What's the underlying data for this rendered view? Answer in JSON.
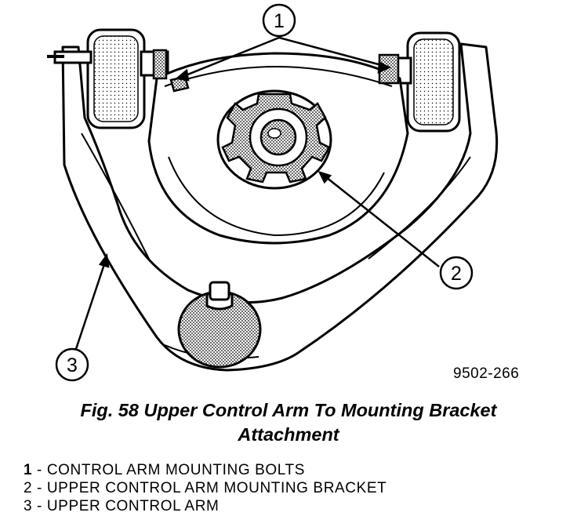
{
  "figure": {
    "id": "9502-266",
    "caption_line1": "Fig. 58 Upper Control Arm To Mounting Bracket",
    "caption_line2": "Attachment"
  },
  "callouts": [
    {
      "number": "1"
    },
    {
      "number": "2"
    },
    {
      "number": "3"
    }
  ],
  "legend": [
    {
      "number": "1",
      "text": " - CONTROL ARM MOUNTING BOLTS"
    },
    {
      "number": "2",
      "text": " - UPPER CONTROL ARM MOUNTING BRACKET"
    },
    {
      "number": "3",
      "text": " - UPPER CONTROL ARM"
    }
  ],
  "colors": {
    "ink": "#000000",
    "paper": "#ffffff"
  }
}
